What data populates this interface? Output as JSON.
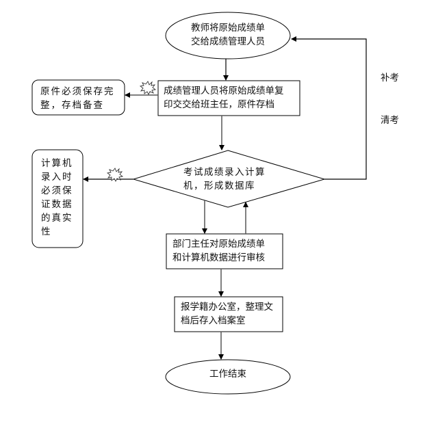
{
  "diagram": {
    "type": "flowchart",
    "nodes": {
      "start": {
        "shape": "ellipse",
        "lines": [
          "教师将原始成绩单",
          "交给成绩管理人员"
        ]
      },
      "copy_step": {
        "shape": "rectangle",
        "lines": [
          "成绩管理人员将原始成绩单复",
          "印交交给班主任，原件存档"
        ]
      },
      "note_original": {
        "shape": "rounded-rectangle",
        "lines": [
          "原件必须保存完",
          "整，存档备查"
        ]
      },
      "enter_computer": {
        "shape": "diamond",
        "lines": [
          "考试成绩录入计算",
          "机，形成数据库"
        ]
      },
      "note_accuracy": {
        "shape": "rounded-rectangle",
        "lines": [
          "计算机",
          "录入时",
          "必须保",
          "证数据",
          "的真实",
          "性"
        ]
      },
      "review": {
        "shape": "rectangle",
        "lines": [
          "部门主任对原始成绩单",
          "和计算机数据进行审核"
        ]
      },
      "archive": {
        "shape": "rectangle",
        "lines": [
          "报学籍办公室，整理文",
          "档后存入档案室"
        ]
      },
      "end": {
        "shape": "ellipse",
        "lines": [
          "工作结束"
        ]
      }
    },
    "loop_labels": [
      "补考",
      "清考"
    ],
    "edges": [
      {
        "from": "start",
        "to": "copy_step"
      },
      {
        "from": "copy_step",
        "to": "note_original",
        "marker": "starburst"
      },
      {
        "from": "copy_step",
        "to": "enter_computer"
      },
      {
        "from": "enter_computer",
        "to": "note_accuracy",
        "marker": "starburst"
      },
      {
        "from": "enter_computer",
        "to": "review"
      },
      {
        "from": "review",
        "to": "enter_computer"
      },
      {
        "from": "review",
        "to": "archive"
      },
      {
        "from": "archive",
        "to": "end"
      },
      {
        "from": "enter_computer",
        "to": "start",
        "labels": [
          "补考",
          "清考"
        ]
      }
    ],
    "colors": {
      "stroke": "#000000",
      "arrow_gray": "#555555",
      "background": "#ffffff"
    },
    "icons": {
      "starburst": "starburst-icon"
    }
  }
}
